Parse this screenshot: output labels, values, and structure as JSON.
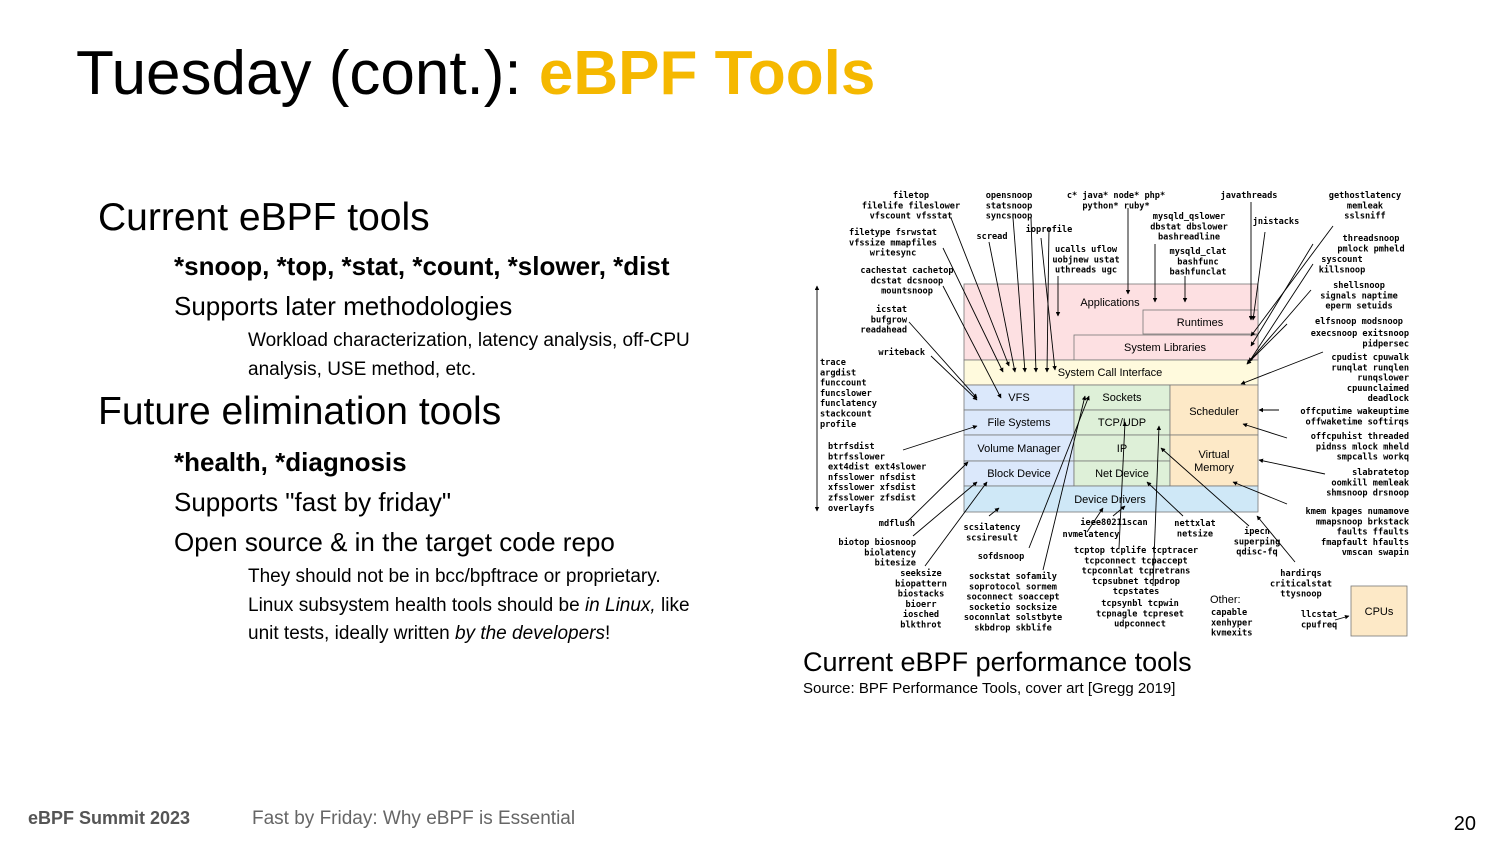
{
  "title": {
    "main": "Tuesday (cont.): ",
    "accent": "eBPF Tools"
  },
  "sections": {
    "current_heading": "Current eBPF tools",
    "current_tools": "*snoop, *top, *stat, *count, *slower, *dist",
    "current_supports": "Supports later methodologies",
    "current_detail_line1": "Workload characterization, latency analysis, off-CPU",
    "current_detail_line2": "analysis, USE method, etc.",
    "future_heading": "Future elimination tools",
    "future_tools": "*health, *diagnosis",
    "future_supports": "Supports \"fast by friday\"",
    "future_open_source": "Open source & in the target code repo",
    "future_detail_line1": "They should not be in bcc/bpftrace or proprietary.",
    "future_detail_line2_a": "Linux subsystem health tools should be ",
    "future_detail_line2_b": "in Linux,",
    "future_detail_line2_c": " like",
    "future_detail_line3_a": "unit tests, ideally written ",
    "future_detail_line3_b": "by the developers",
    "future_detail_line3_c": "!"
  },
  "figure": {
    "caption": "Current eBPF performance tools",
    "source": "Source: BPF Performance Tools, cover art [Gregg 2019]",
    "colors": {
      "applications": "#fde0e2",
      "syscall": "#fffadd",
      "kernel_blue": "#dbe8fb",
      "kernel_green": "#def0d8",
      "scheduler": "#fde9c7",
      "drivers": "#cfe8f7",
      "cpus": "#fde9c7"
    },
    "boxes": {
      "applications": "Applications",
      "runtimes": "Runtimes",
      "system_libraries": "System Libraries",
      "system_call_interface": "System Call Interface",
      "vfs": "VFS",
      "sockets": "Sockets",
      "scheduler": "Scheduler",
      "file_systems": "File Systems",
      "tcp_udp": "TCP/UDP",
      "volume_manager": "Volume Manager",
      "ip": "IP",
      "virtual_memory_1": "Virtual",
      "virtual_memory_2": "Memory",
      "block_device": "Block Device",
      "net_device": "Net Device",
      "device_drivers": "Device Drivers",
      "cpus": "CPUs"
    },
    "labels": {
      "filetop": [
        "filetop",
        "filelife fileslower",
        "vfscount vfsstat"
      ],
      "opensnoop": [
        "opensnoop",
        "statsnoop",
        "syncsnoop"
      ],
      "lang": [
        "c* java* node* php*",
        "python* ruby*"
      ],
      "javathreads": [
        "javathreads"
      ],
      "gethostlatency": [
        "gethostlatency",
        "memleak",
        "sslsniff"
      ],
      "filetype": [
        "filetype fsrwstat",
        "vfssize mmapfiles",
        "writesync"
      ],
      "scread": [
        "scread"
      ],
      "ioprofile": [
        "ioprofile"
      ],
      "mysql": [
        "mysqld_qslower",
        "dbstat dbslower",
        "bashreadline"
      ],
      "jnistacks": [
        "jnistacks"
      ],
      "ucalls": [
        "ucalls uflow",
        "uobjnew ustat",
        "uthreads ugc"
      ],
      "mysqld_clat": [
        "mysqld_clat",
        "bashfunc",
        "bashfunclat"
      ],
      "threadsnoop": [
        "threadsnoop",
        "pmlock pmheld"
      ],
      "syscount": [
        "syscount",
        "killsnoop"
      ],
      "cachestat": [
        "cachestat cachetop",
        "dcstat dcsnoop",
        "mountsnoop"
      ],
      "shellsnoop": [
        "shellsnoop",
        "signals naptime",
        "eperm setuids"
      ],
      "icstat": [
        "icstat",
        "bufgrow",
        "readahead"
      ],
      "elfsnoop": [
        "elfsnoop modsnoop"
      ],
      "execsnoop": [
        "execsnoop exitsnoop",
        "pidpersec"
      ],
      "writeback": [
        "writeback"
      ],
      "cpudist": [
        "cpudist cpuwalk",
        "runqlat runqlen",
        "runqslower",
        "cpuunclaimed",
        "deadlock"
      ],
      "trace": [
        "trace",
        "argdist",
        "funccount",
        "funcslower",
        "funclatency",
        "stackcount",
        "profile"
      ],
      "offcputime": [
        "offcputime wakeuptime",
        "offwaketime softirqs"
      ],
      "offcpuhist": [
        "offcpuhist threaded",
        "pidnss mlock mheld",
        "smpcalls workq"
      ],
      "btrfsdist": [
        "btrfsdist",
        "btrfsslower",
        "ext4dist ext4slower",
        "nfsslower nfsdist",
        "xfsslower xfsdist",
        "zfsslower zfsdist",
        "overlayfs"
      ],
      "slabratetop": [
        "slabratetop",
        "oomkill memleak",
        "shmsnoop drsnoop"
      ],
      "kmem": [
        "kmem kpages numamove",
        "mmapsnoop brkstack",
        "faults ffaults",
        "fmapfault hfaults",
        "vmscan swapin"
      ],
      "mdflush": [
        "mdflush"
      ],
      "scsilatency": [
        "scsilatency",
        "scsiresult"
      ],
      "ieee": [
        "ieee80211scan"
      ],
      "nvmelatency": [
        "nvmelatency"
      ],
      "nettxlat": [
        "nettxlat",
        "netsize"
      ],
      "ipecn": [
        "ipecn",
        "superping",
        "qdisc-fq"
      ],
      "biotop": [
        "biotop biosnoop",
        "biolatency",
        "bitesize"
      ],
      "sofdsnoop": [
        "sofdsnoop"
      ],
      "tcptop": [
        "tcptop tcplife tcptracer",
        "tcpconnect tcpaccept",
        "tcpconnlat tcpretrans",
        "tcpsubnet tcpdrop",
        "tcpstates"
      ],
      "seeksize": [
        "seeksize",
        "biopattern",
        "biostacks",
        "bioerr",
        "iosched",
        "blkthrot"
      ],
      "sockstat": [
        "sockstat sofamily",
        "soprotocol sormem",
        "soconnect soaccept",
        "socketio socksize",
        "soconnlat solstbyte",
        "skbdrop skblife"
      ],
      "tcpsynbl": [
        "tcpsynbl tcpwin",
        "tcpnagle tcpreset",
        "udpconnect"
      ],
      "other_title": "Other:",
      "other": [
        "capable",
        "xenhyper",
        "kvmexits"
      ],
      "hardirqs": [
        "hardirqs",
        "criticalstat",
        "ttysnoop"
      ],
      "llcstat": [
        "llcstat",
        "cpufreq"
      ]
    }
  },
  "footer": {
    "event": "eBPF Summit 2023",
    "talk": "Fast by Friday: Why eBPF is Essential",
    "page": "20"
  }
}
